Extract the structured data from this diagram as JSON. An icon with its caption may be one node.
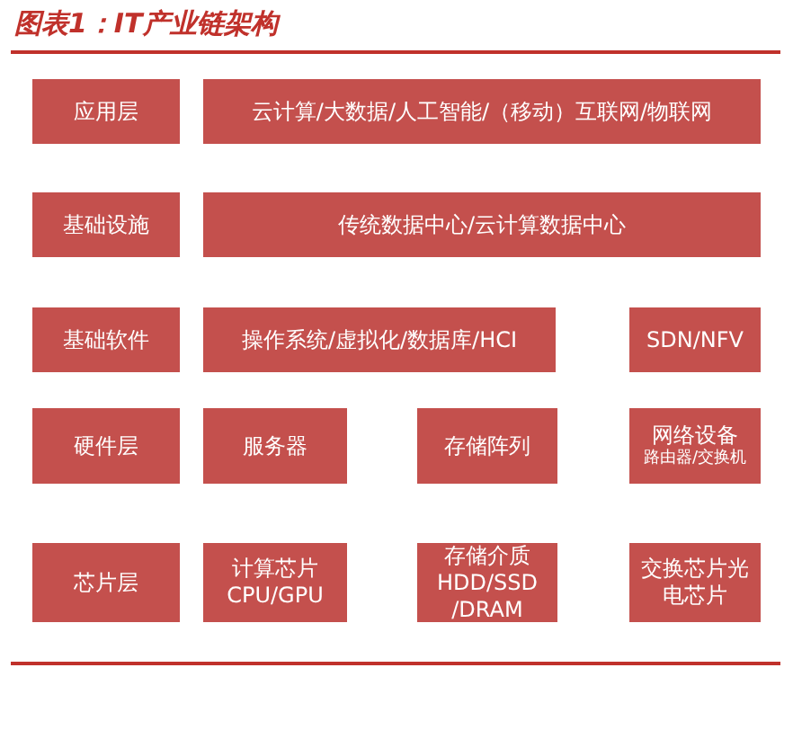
{
  "diagram": {
    "title": "图表1：IT产业链架构",
    "nodes": [
      {
        "text": [
          "应用层"
        ]
      },
      {
        "text": [
          "云计算/大数据/人工智能/（移动）互联网/物联网"
        ]
      },
      {
        "text": [
          "基础设施"
        ]
      },
      {
        "text": [
          "传统数据中心/云计算数据中心"
        ]
      },
      {
        "text": [
          "基础软件"
        ]
      },
      {
        "text": [
          "操作系统/虚拟化/数据库/HCI"
        ]
      },
      {
        "text": [
          "SDN/NFV"
        ]
      },
      {
        "text": [
          "硬件层"
        ]
      },
      {
        "text": [
          "服务器"
        ]
      },
      {
        "text": [
          "存储阵列"
        ]
      },
      {
        "text": [
          "网络设备",
          "路由器/交换机"
        ]
      },
      {
        "text": [
          "芯片层"
        ]
      },
      {
        "text": [
          "计算芯片 CPU/GPU"
        ]
      },
      {
        "text": [
          "存储介质 HDD/SSD /DRAM"
        ]
      },
      {
        "text": [
          "交换芯片光电芯片"
        ]
      }
    ]
  }
}
